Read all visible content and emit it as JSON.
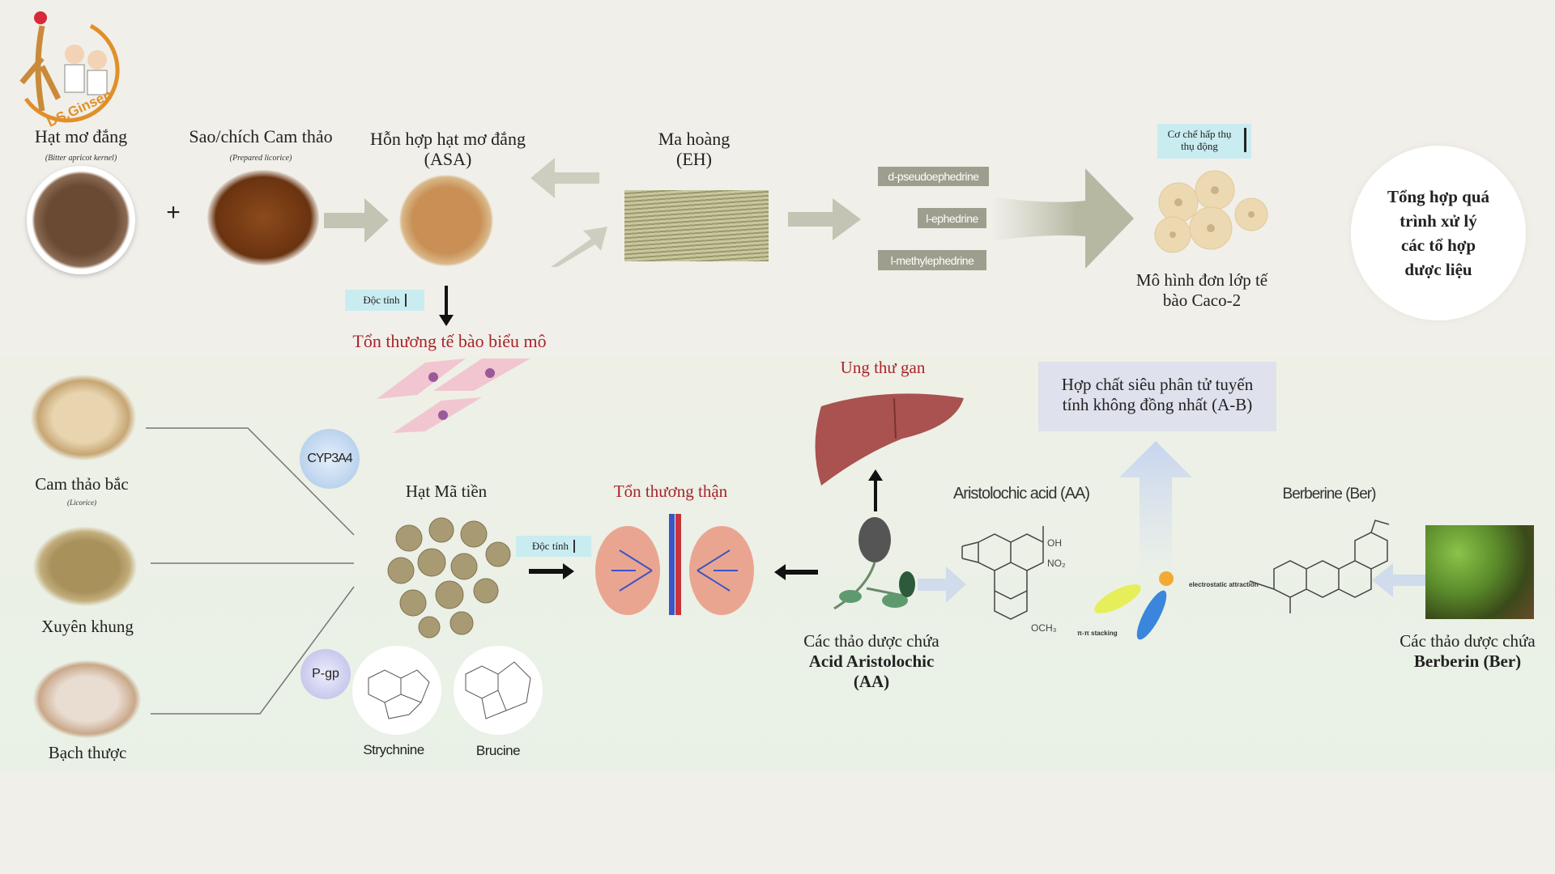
{
  "logo": {
    "text": "DS.Ginsen"
  },
  "top": {
    "item1": {
      "title": "Hạt mơ đắng",
      "subtitle": "(Bitter apricot kernel)"
    },
    "plus": "+",
    "item2": {
      "title": "Sao/chích Cam thảo",
      "subtitle": "(Prepared licorice)"
    },
    "item3": {
      "title_line1": "Hỗn hợp hạt mơ đắng",
      "title_line2": "(ASA)"
    },
    "item4": {
      "title_line1": "Ma hoàng",
      "title_line2": "(EH)"
    },
    "compounds": [
      "d-pseudoephedrine",
      "l-ephedrine",
      "l-methylephedrine"
    ],
    "absorption": {
      "line1": "Cơ chế hấp thụ",
      "line2": "thụ động"
    },
    "caco": {
      "line1": "Mô hình đơn lớp tế",
      "line2": "bào Caco-2"
    },
    "toxicity_label": "Độc tính",
    "epithelial": "Tổn thương tế bào biểu mô"
  },
  "summary": {
    "line1": "Tổng hợp quá",
    "line2": "trình xử lý",
    "line3": "các tổ hợp",
    "line4": "dược liệu"
  },
  "left": {
    "herbs": [
      {
        "name": "Cam thảo bắc",
        "subtitle": "(Licorice)"
      },
      {
        "name": "Xuyên khung"
      },
      {
        "name": "Bạch thược"
      }
    ],
    "cyp": "CYP3A4",
    "pgp": "P-gp"
  },
  "middle": {
    "seed_title": "Hạt Mã tiền",
    "molecules": [
      "Strychnine",
      "Brucine"
    ],
    "toxicity_label": "Độc tính",
    "kidney": "Tổn thương thận",
    "liver": "Ung thư gan",
    "aa_herb": {
      "line1": "Các thảo dược chứa",
      "line2": "Acid Aristolochic",
      "line3": "(AA)"
    },
    "aa_title": "Aristolochic acid (AA)",
    "aa_groups": {
      "oh": "OH",
      "no2": "NO₂",
      "och3": "OCH₃"
    },
    "interaction": {
      "electrostatic": "electrostatic attraction",
      "stacking": "π-π stacking"
    },
    "complex_box": {
      "line1": "Hợp chất siêu phân tử tuyến",
      "line2": "tính không đồng nhất (A-B)"
    },
    "ber_title": "Berberine (Ber)",
    "ber_herb": {
      "line1": "Các thảo dược chứa",
      "line2": "Berberin (Ber)"
    }
  },
  "colors": {
    "background": "#f1efe9",
    "lower_panel": "#e9f1e6",
    "red_text": "#a8242a",
    "toxicity_box": "#c9ecf0",
    "compound_tag": "#9e9e8e",
    "complex_box": "#dfe1ec"
  }
}
